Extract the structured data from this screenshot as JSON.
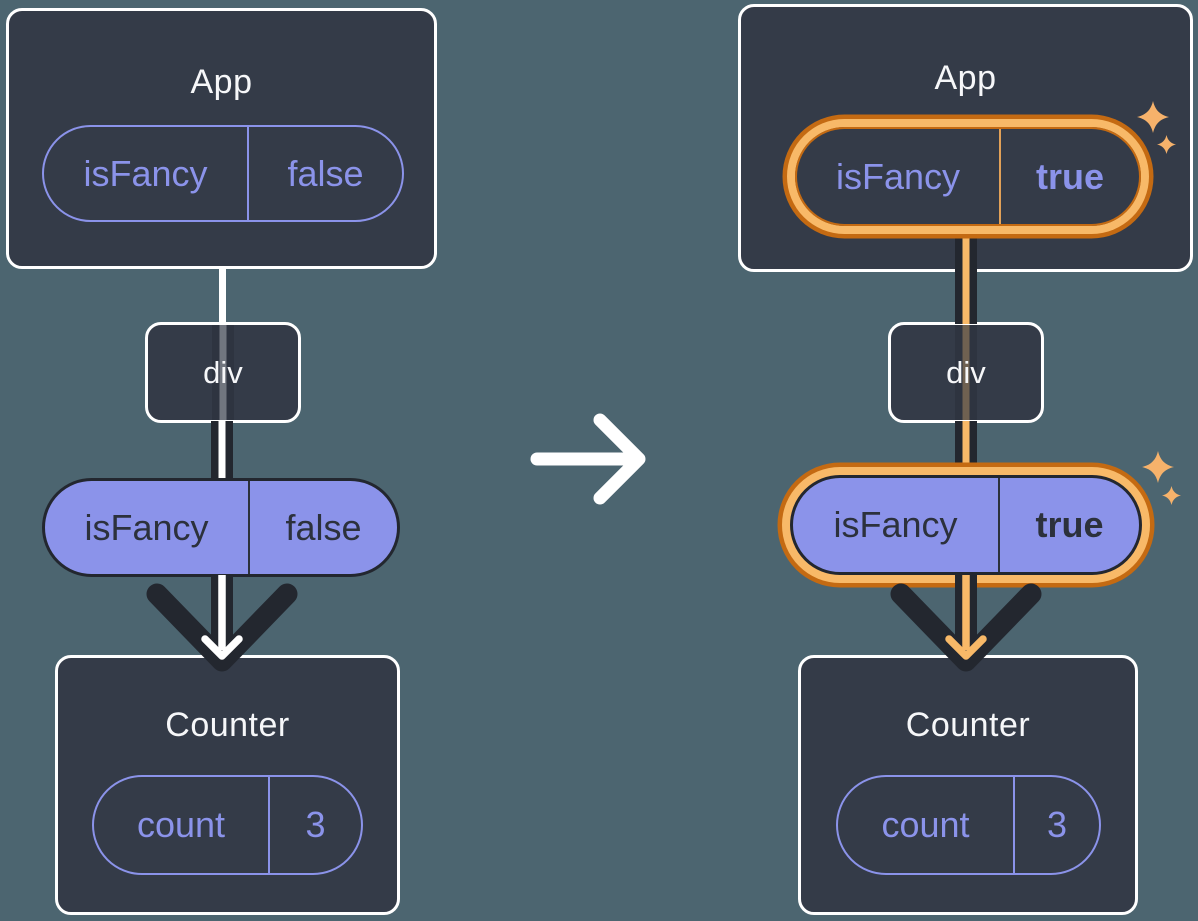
{
  "scene": {
    "before": {
      "app": {
        "title": "App",
        "prop_name": "isFancy",
        "prop_value": "false"
      },
      "div_label": "div",
      "passed_prop": {
        "name": "isFancy",
        "value": "false"
      },
      "counter": {
        "title": "Counter",
        "state_name": "count",
        "state_value": "3"
      }
    },
    "after": {
      "app": {
        "title": "App",
        "prop_name": "isFancy",
        "prop_value": "true"
      },
      "div_label": "div",
      "passed_prop": {
        "name": "isFancy",
        "value": "true"
      },
      "counter": {
        "title": "Counter",
        "state_name": "count",
        "state_value": "3"
      }
    }
  },
  "icons": {
    "transition": "right-arrow-icon",
    "flow": "down-arrow-icon",
    "highlight": "sparkle-icon"
  },
  "colors": {
    "background": "#4c6570",
    "box_fill": "#343b48",
    "box_border": "#ffffff",
    "purple": "#8b93ea",
    "dark_ink": "#23272f",
    "orange_light": "#f8b968",
    "orange_dark": "#c46a12"
  }
}
